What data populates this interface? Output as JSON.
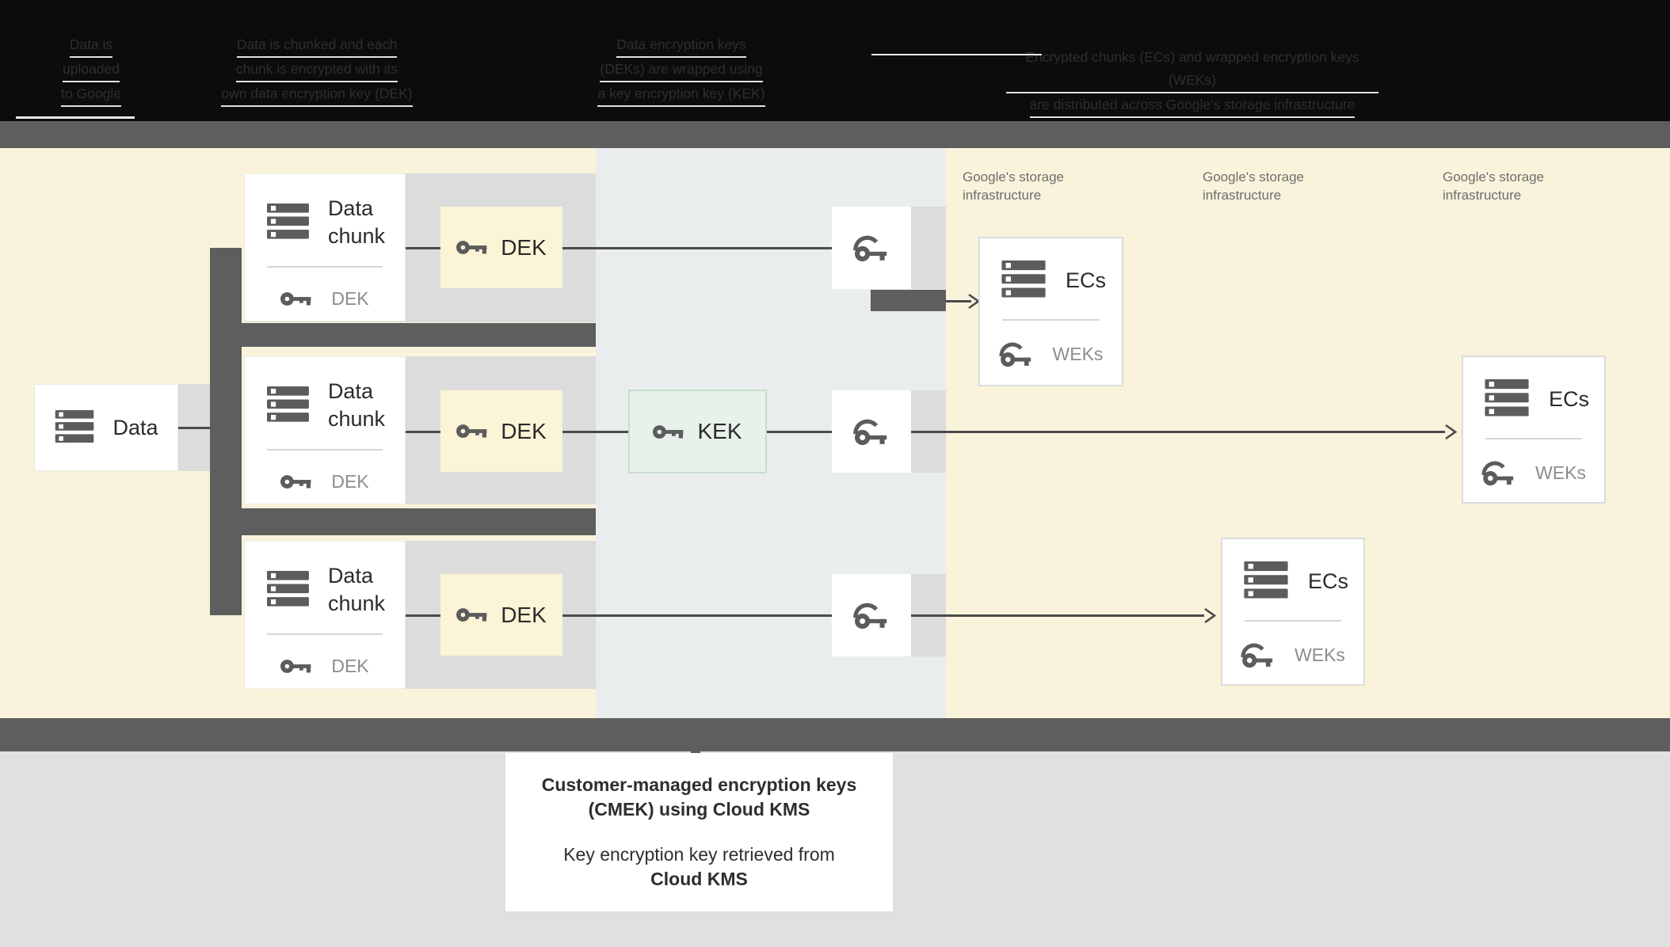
{
  "header": {
    "steps": [
      {
        "lines": [
          "Data is",
          "uploaded",
          "to Google"
        ]
      },
      {
        "lines": [
          "Data is chunked and each",
          "chunk is encrypted with its",
          "own data encryption key (DEK)"
        ]
      },
      {
        "lines": [
          "Data encryption keys",
          "(DEKs) are wrapped using",
          "a key encryption key (KEK)"
        ]
      },
      {
        "lines": [
          "Encrypted chunks (ECs) and wrapped encryption keys (WEKs)",
          "are distributed across Google's storage infrastructure"
        ]
      }
    ]
  },
  "diagram": {
    "data_box": {
      "label": "Data"
    },
    "rows": [
      {
        "title": "Data chunk",
        "sub": "DEK",
        "dek_box_label": "DEK"
      },
      {
        "title": "Data chunk",
        "sub": "DEK",
        "dek_box_label": "DEK"
      },
      {
        "title": "Data chunk",
        "sub": "DEK",
        "dek_box_label": "DEK"
      }
    ],
    "kek_box": {
      "label": "KEK"
    },
    "storage_labels": [
      {
        "line1": "Google's storage",
        "line2": "infrastructure"
      },
      {
        "line1": "Google's storage",
        "line2": "infrastructure"
      },
      {
        "line1": "Google's storage",
        "line2": "infrastructure"
      }
    ],
    "ec_boxes": [
      {
        "title": "ECs",
        "sub": "WEKs"
      },
      {
        "title": "ECs",
        "sub": "WEKs"
      },
      {
        "title": "ECs",
        "sub": "WEKs"
      }
    ]
  },
  "caption": {
    "lines": [
      "Customer-managed encryption keys",
      "(CMEK) using Cloud KMS",
      "Key encryption key retrieved from",
      "Cloud KMS"
    ]
  },
  "icons": [
    "data-stack-icon",
    "key-icon",
    "wrapped-key-icon",
    "arrow-chevron-icon"
  ],
  "colors": {
    "header_bg": "#0c0c0c",
    "header_text": "#2e2e2e",
    "underline": "#ffffff",
    "strip": "#5e5e5e",
    "cream_zone": "#faf3dc",
    "mid_zone": "#e9eded",
    "row_band": "#dcdcdc",
    "dek_box": "#fcf4d6",
    "kek_fill": "#e6f2ea",
    "kek_border": "#c8dcce",
    "icon": "#5c5c5c",
    "line": "#4a4a4a",
    "card_text": "#2b2b2b",
    "sub_text": "#8c8c8c",
    "storage_text": "#6e6e6e",
    "footer_bg": "#e0e0e0"
  }
}
